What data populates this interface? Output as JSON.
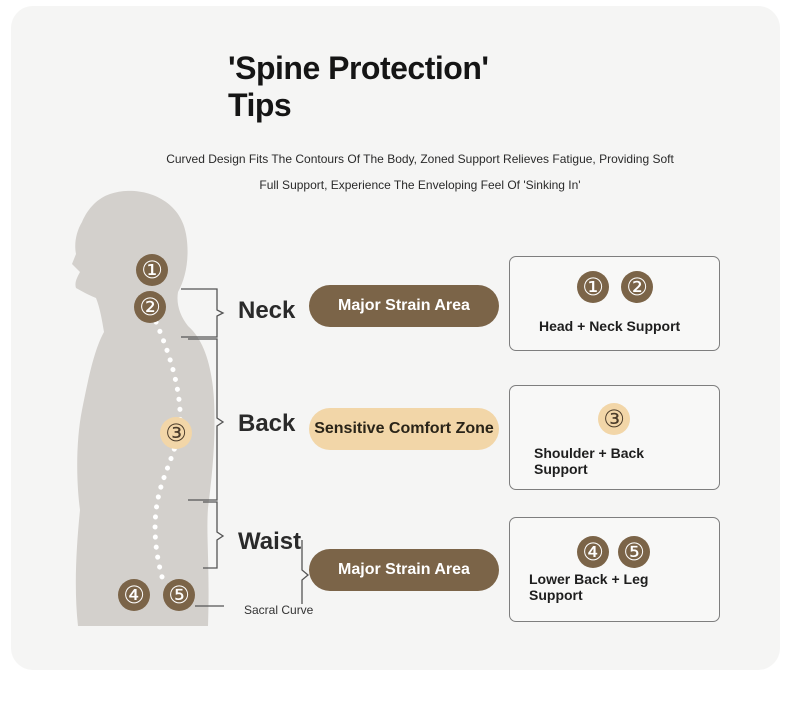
{
  "header": {
    "title_line1": "'Spine Protection'",
    "title_line2": "Tips",
    "subtitle_line1": "Curved Design Fits The Contours Of The Body, Zoned Support Relieves Fatigue, Providing Soft",
    "subtitle_line2": "Full Support, Experience The Enveloping Feel Of 'Sinking In'"
  },
  "markers": {
    "one": "①",
    "two": "②",
    "three": "③",
    "four": "④",
    "five": "⑤"
  },
  "regions": {
    "neck": "Neck",
    "back": "Back",
    "waist": "Waist",
    "sacral": "Sacral Curve"
  },
  "zones": {
    "neck": "Major Strain Area",
    "back": "Sensitive Comfort Zone",
    "waist": "Major Strain Area"
  },
  "supports": {
    "head_neck": "Head + Neck Support",
    "shoulder_back": "Shoulder + Back Support",
    "lower_back_leg": "Lower Back + Leg Support"
  },
  "colors": {
    "dark_brown": "#7b6448",
    "light_tan": "#f2d6a8",
    "silhouette": "#d3d0cc",
    "card_bg": "#f5f5f4"
  }
}
